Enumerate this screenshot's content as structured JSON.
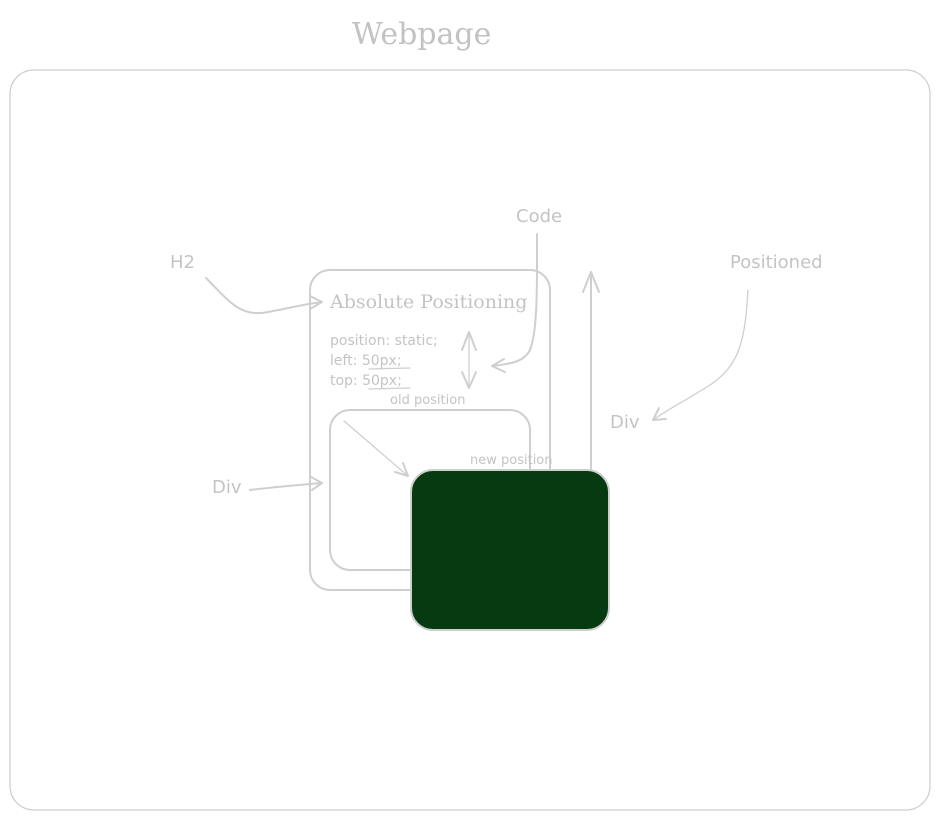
{
  "diagram": {
    "title": "Webpage",
    "labels": {
      "h2": "H2",
      "code": "Code",
      "positioned": "Positioned",
      "div_left": "Div",
      "div_right": "Div"
    },
    "panel": {
      "heading": "Absolute Positioning",
      "code_lines": [
        "position: static;",
        "left: 50px;",
        "top: 50px;"
      ],
      "old_position": "old position",
      "new_position": "new position"
    },
    "colors": {
      "positioned_box": "#063a10",
      "outline": "#cfcfcf",
      "text": "#c4c4c4"
    }
  }
}
